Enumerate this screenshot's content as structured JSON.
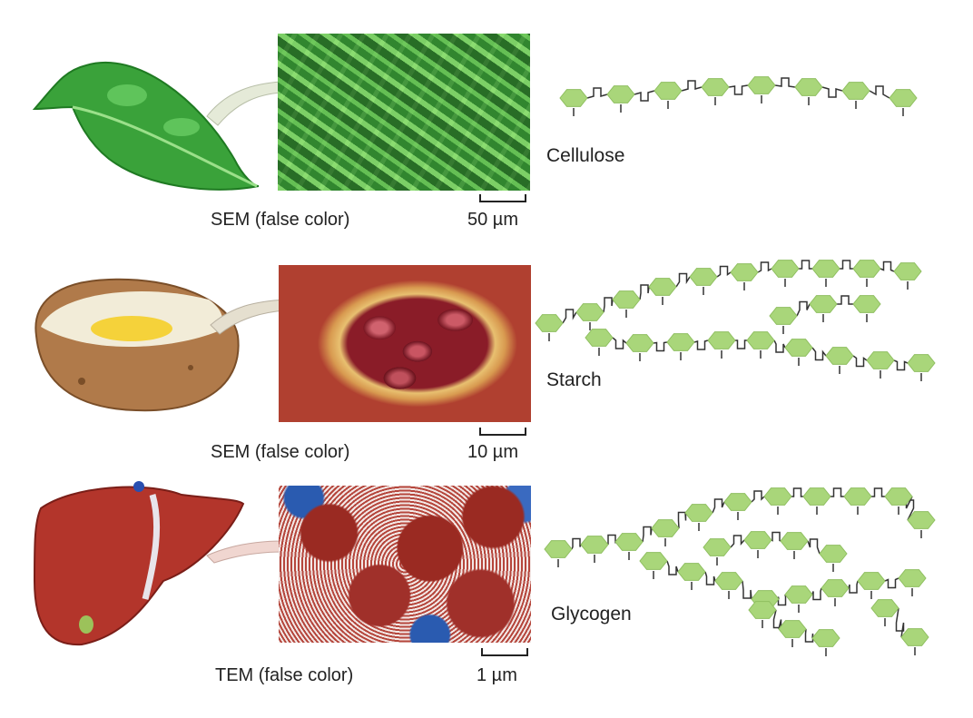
{
  "rows": [
    {
      "source": "leaf",
      "caption": "SEM (false color)",
      "scale": "50 µm",
      "polymer": "Cellulose"
    },
    {
      "source": "potato",
      "caption": "SEM (false color)",
      "scale": "10 µm",
      "polymer": "Starch"
    },
    {
      "source": "liver",
      "caption": "TEM (false color)",
      "scale": "1 µm",
      "polymer": "Glycogen"
    }
  ],
  "colors": {
    "monomer": "#a9d67a",
    "linkage": "#333333"
  }
}
